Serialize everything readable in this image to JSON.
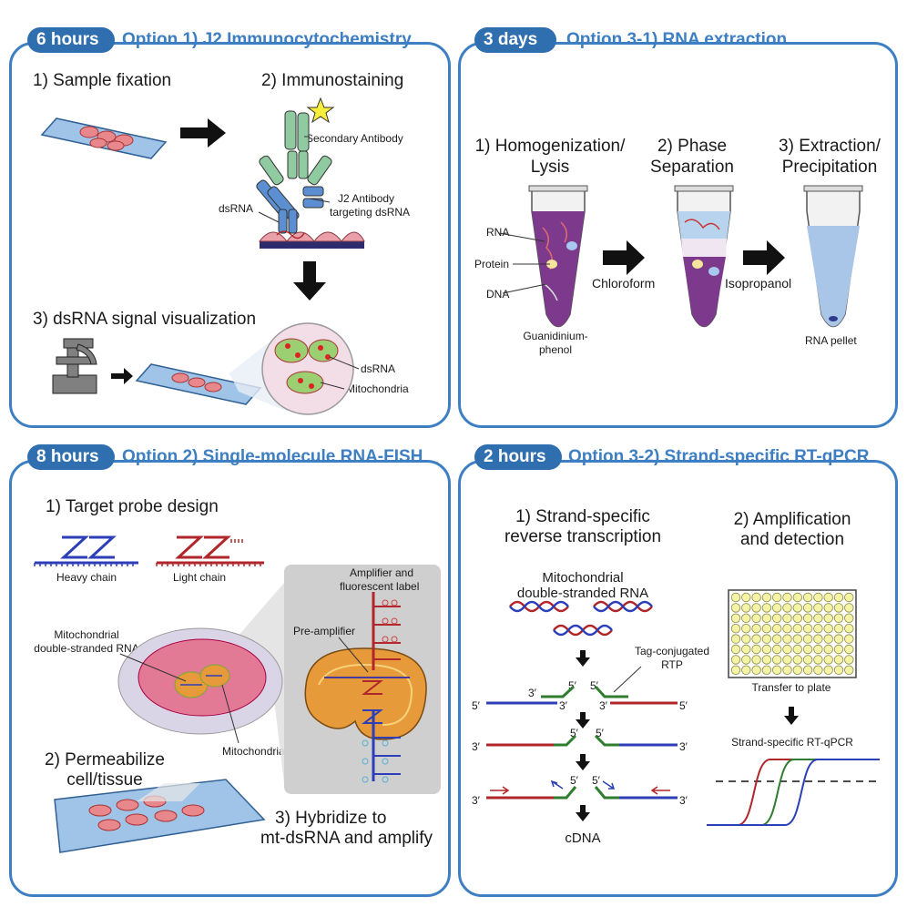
{
  "panel_a": {
    "time": "6 hours",
    "title": "Option 1) J2 Immunocytochemistry",
    "step1": "1) Sample fixation",
    "step2": "2) Immunostaining",
    "step3": "3) dsRNA signal visualization",
    "labels": {
      "secondary": "Secondary Antibody",
      "j2_line1": "J2 Antibody",
      "j2_line2": "targeting dsRNA",
      "dsrna": "dsRNA",
      "zoom_dsrna": "dsRNA",
      "zoom_mito": "Mitochondria"
    }
  },
  "panel_b": {
    "time": "3 days",
    "title": "Option 3-1) RNA extraction",
    "step1_line1": "1) Homogenization/",
    "step1_line2": "Lysis",
    "step2_line1": "2) Phase",
    "step2_line2": "Separation",
    "step3_line1": "3) Extraction/",
    "step3_line2": "Precipitation",
    "labels": {
      "rna": "RNA",
      "protein": "Protein",
      "dna": "DNA",
      "reagent_line1": "Guanidinium-",
      "reagent_line2": "phenol",
      "chloroform": "Chloroform",
      "isopropanol": "Isopropanol",
      "pellet": "RNA pellet"
    }
  },
  "panel_c": {
    "time": "8 hours",
    "title": "Option 2) Single-molecule RNA-FISH",
    "step1": "1) Target probe design",
    "heavy": "Heavy chain",
    "light": "Light chain",
    "step2_line1": "2) Permeabilize",
    "step2_line2": "cell/tissue",
    "step3_line1": "3) Hybridize to",
    "step3_line2": "mt-dsRNA and amplify",
    "labels": {
      "mito_rna_line1": "Mitochondrial",
      "mito_rna_line2": "double-stranded RNA",
      "mitochondria": "Mitochondria",
      "amp_line1": "Amplifier and",
      "amp_line2": "fluorescent label",
      "preamp": "Pre-amplifier"
    }
  },
  "panel_d": {
    "time": "2 hours",
    "title": "Option 3-2) Strand-specific RT-qPCR",
    "step1_line1": "1) Strand-specific",
    "step1_line2": "reverse transcription",
    "step2_line1": "2) Amplification",
    "step2_line2": "and detection",
    "labels": {
      "mito_line1": "Mitochondrial",
      "mito_line2": "double-stranded RNA",
      "tag_line1": "Tag-conjugated",
      "tag_line2": "RTP",
      "cdna": "cDNA",
      "transfer": "Transfer to plate",
      "qpcr": "Strand-specific RT-qPCR",
      "p3": "3′",
      "p5": "5′"
    }
  },
  "colors": {
    "frame": "#3d7fc2",
    "tab": "#2f6fb0",
    "heavy": "#2c3fb8",
    "light": "#b0262b",
    "green": "#2f7d2f",
    "tube_purple": "#7d3a8c",
    "antibody_green": "#8fcaa0",
    "antibody_blue": "#5b8fd1",
    "plate_yellow": "#f4f3a6"
  }
}
